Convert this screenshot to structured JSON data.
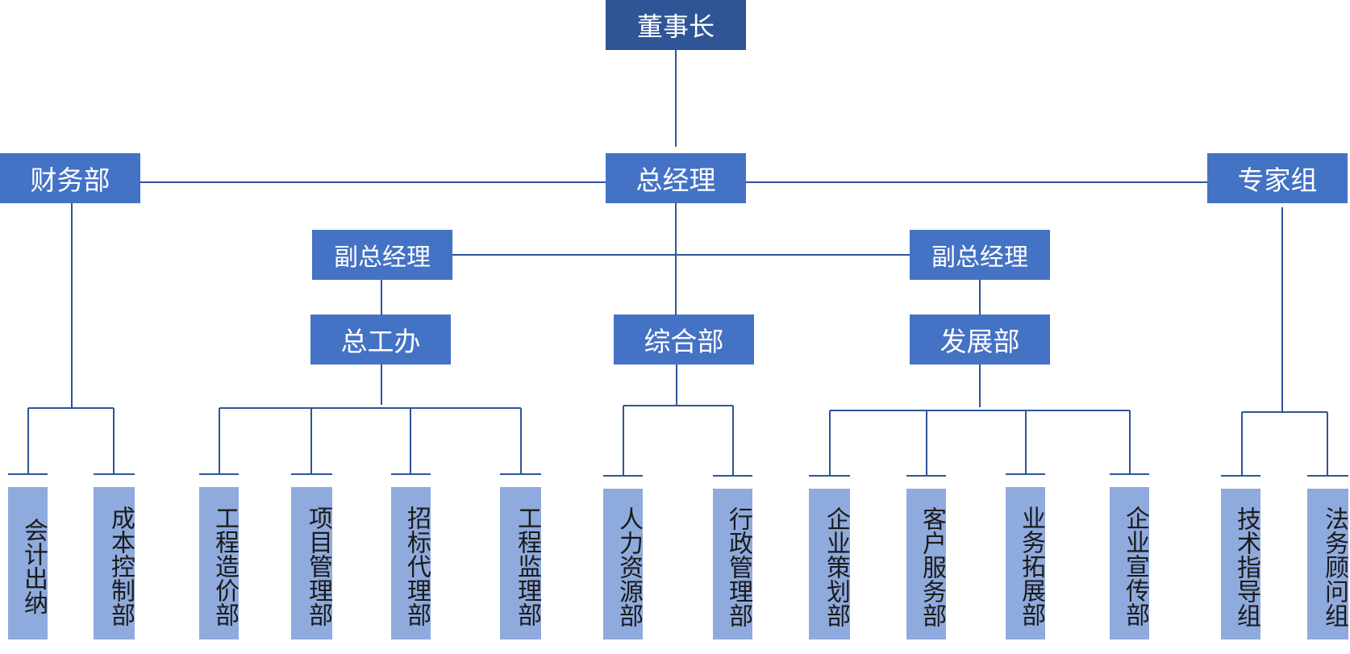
{
  "colors": {
    "line": "#2f5597",
    "top": "#2f5597",
    "box": "#4472c4",
    "leaf": "#8faadc"
  },
  "nodes": {
    "chairman": "董事长",
    "general_manager": "总经理",
    "finance": "财务部",
    "experts": "专家组",
    "vp_left": "副总经理",
    "vp_right": "副总经理",
    "chief_engineer": "总工办",
    "general_dept": "综合部",
    "development": "发展部"
  },
  "leaves": {
    "finance": [
      "会计出纳",
      "成本控制部"
    ],
    "chief_engineer": [
      "工程造价部",
      "项目管理部",
      "招标代理部",
      "工程监理部"
    ],
    "general_dept": [
      "人力资源部",
      "行政管理部"
    ],
    "development": [
      "企业策划部",
      "客户服务部",
      "业务拓展部",
      "企业宣传部"
    ],
    "experts": [
      "技术指导组",
      "法务顾问组"
    ]
  }
}
